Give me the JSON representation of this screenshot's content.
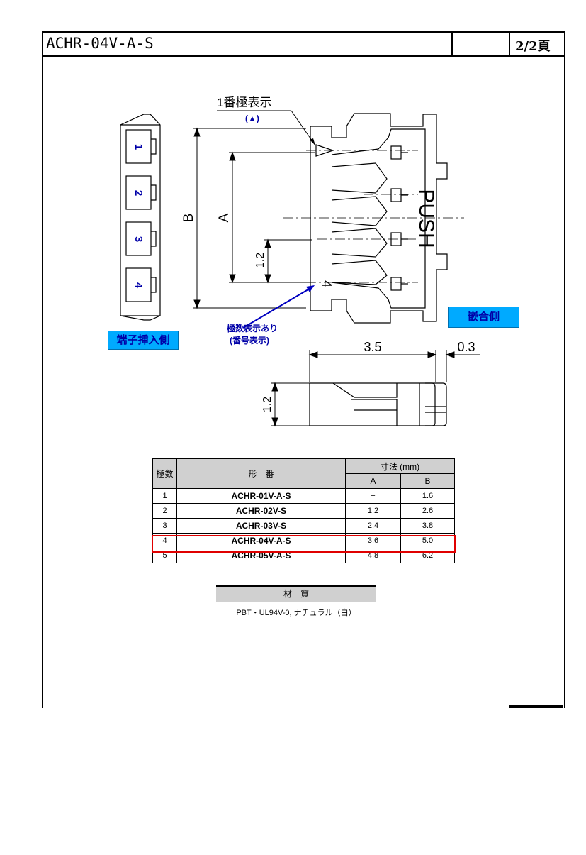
{
  "header": {
    "part_number": "ACHR-04V-A-S",
    "page": "2/2頁"
  },
  "drawing": {
    "pin1_label": "1番極表示",
    "pin1_mark": "(▲)",
    "pin_count_label_1": "極数表示あり",
    "pin_count_label_2": "(番号表示)",
    "terminal_side": "端子挿入側",
    "mating_side": "嵌合側",
    "push_text": "PUSH",
    "pin_numbers": [
      "1",
      "2",
      "3",
      "4"
    ],
    "end_number": "4",
    "dim_a": "A",
    "dim_b": "B",
    "dim_pitch": "1.2",
    "dim_width": "3.5",
    "dim_tab": "0.3",
    "dim_height": "1.2"
  },
  "table": {
    "col_poles": "極数",
    "col_part": "形　番",
    "col_dim": "寸法 (mm)",
    "col_a": "A",
    "col_b": "B",
    "rows": [
      {
        "poles": "1",
        "part": "ACHR-01V-A-S",
        "a": "−",
        "b": "1.6"
      },
      {
        "poles": "2",
        "part": "ACHR-02V-S",
        "a": "1.2",
        "b": "2.6"
      },
      {
        "poles": "3",
        "part": "ACHR-03V-S",
        "a": "2.4",
        "b": "3.8"
      },
      {
        "poles": "4",
        "part": "ACHR-04V-A-S",
        "a": "3.6",
        "b": "5.0"
      },
      {
        "poles": "5",
        "part": "ACHR-05V-A-S",
        "a": "4.8",
        "b": "6.2"
      }
    ],
    "highlight_color": "#e00000"
  },
  "material": {
    "label": "材　質",
    "value": "PBT・UL94V-0, ナチュラル（白）"
  }
}
